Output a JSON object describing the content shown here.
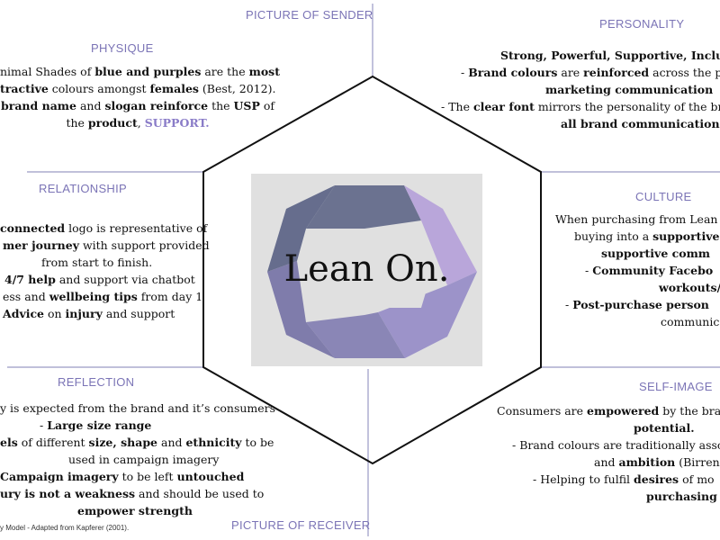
{
  "headings": {
    "sender": "PICTURE OF SENDER",
    "personality": "PERSONALITY",
    "physique": "PHYSIQUE",
    "relationship": "RELATIONSHIP",
    "culture": "CULTURE",
    "reflection": "REFLECTION",
    "self_image": "SELF-IMAGE",
    "receiver": "PICTURE OF RECEIVER"
  },
  "physique": {
    "l1a": "nimal Shades of ",
    "l1b": "blue and purples",
    "l1c": " are the ",
    "l1d": "most",
    "l2a": "tractive",
    "l2b": " colours amongst ",
    "l2c": "females",
    "l2d": " (Best, 2012).",
    "l3a": "brand name",
    "l3b": " and ",
    "l3c": "slogan reinforce",
    "l3d": " the ",
    "l3e": "USP",
    "l3f": " of",
    "l4a": "the ",
    "l4b": "product",
    "l4c": ", ",
    "l4d": "SUPPORT."
  },
  "personality": {
    "l1": "Strong, Powerful, Supportive, Inclu",
    "l2a": "-    ",
    "l2b": "Brand colours",
    "l2c": " are ",
    "l2d": "reinforced",
    "l2e": " across the p",
    "l3": "marketing communication",
    "l4a": "-    The ",
    "l4b": "clear font",
    "l4c": " mirrors the personality of the bra",
    "l5": "all brand communications"
  },
  "relationship": {
    "l1a": "connected",
    "l1b": " logo is representative of",
    "l2a": "mer journey",
    "l2b": " with support provided",
    "l3": "from start to finish.",
    "l4a": "4/7 help",
    "l4b": " and support via chatbot",
    "l5a": "ess and ",
    "l5b": "wellbeing tips",
    "l5c": " from day 1",
    "l6a": "Advice",
    "l6b": " on ",
    "l6c": "injury",
    "l6d": " and support"
  },
  "culture": {
    "l1": "When purchasing from Lean O",
    "l2a": "buying into a ",
    "l2b": "supportive p",
    "l3": "supportive comm",
    "l4a": "-    ",
    "l4b": "Community Facebo",
    "l5": "workouts/a",
    "l6a": "-    ",
    "l6b": "Post-purchase person",
    "l7": "communica"
  },
  "reflection": {
    "l1": "y is expected from the brand and it’s consumers",
    "l2a": "-         ",
    "l2b": "Large size range",
    "l3a": "els",
    "l3b": " of different ",
    "l3c": "size, shape",
    "l3d": " and ",
    "l3e": "ethnicity",
    "l3f": " to be",
    "l4": "used in campaign imagery",
    "l5a": "Campaign imagery",
    "l5b": " to be left ",
    "l5c": "untouched",
    "l6a": "ury is not a weakness",
    "l6b": " and should be used to",
    "l7": "empower strength"
  },
  "self_image": {
    "l1a": "Consumers are ",
    "l1b": "empowered",
    "l1c": " by the brand",
    "l2": "potential.",
    "l3": "-      Brand colours are traditionally asso",
    "l4a": "and ",
    "l4b": "ambition",
    "l4c": " (Birren and I",
    "l5a": "-      Helping to fulfil ",
    "l5b": "desires",
    "l5c": " of mo",
    "l6": "purchasing"
  },
  "logo": {
    "text": "Lean On."
  },
  "caption": "y Model - Adapted from Kapferer (2001).",
  "colors": {
    "heading": "#7b74b6",
    "accent": "#8a7cc8",
    "frame": "#9a9ac4"
  }
}
